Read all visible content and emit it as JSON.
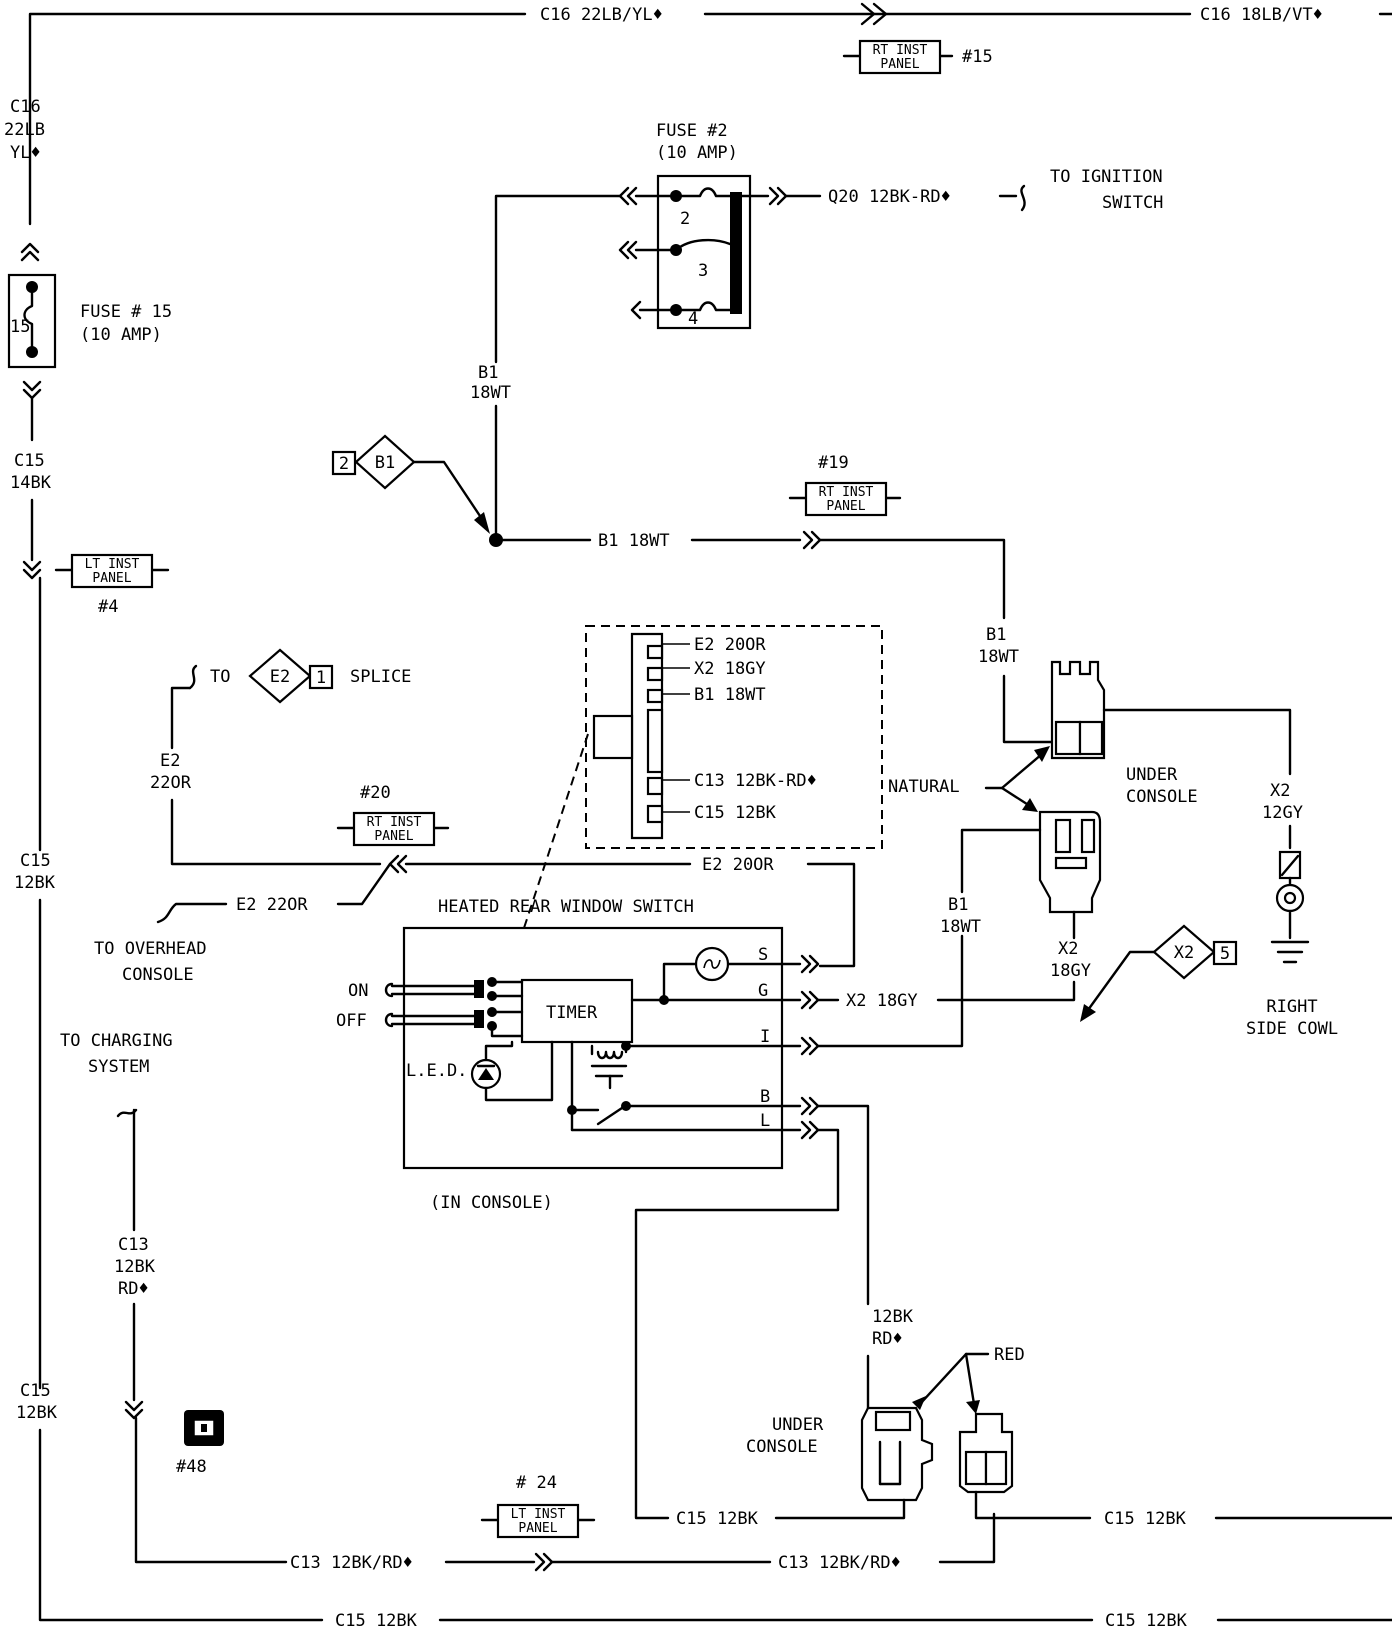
{
  "wires": {
    "top_left": "C16 22LB/YL♦",
    "top_right": "C16 18LB/VT♦",
    "c16_left": [
      "C16",
      "22LB",
      "YL♦"
    ],
    "c15_top": [
      "C15",
      "14BK"
    ],
    "c15_mid": [
      "C15",
      "12BK"
    ],
    "c15_low": [
      "C15",
      "12BK"
    ],
    "b1_vert": [
      "B1",
      "18WT"
    ],
    "b1_horiz": "B1 18WT",
    "b1_right": [
      "B1",
      "18WT"
    ],
    "q20": "Q20 12BK-RD♦",
    "e2_left": [
      "E2",
      "22OR"
    ],
    "e2_20or": "E2 20OR",
    "e2_22or": "E2 22OR",
    "x2_right": [
      "X2",
      "12GY"
    ],
    "x2_18gy_vert": [
      "X2",
      "18GY"
    ],
    "x2_18gy_horiz": "X2 18GY",
    "b1_lower": [
      "B1",
      "18WT"
    ],
    "c13_vert": [
      "C13",
      "12BK",
      "RD♦"
    ],
    "c13_bottom_left": "C13 12BK/RD♦",
    "c13_bottom_right": "C13 12BK/RD♦",
    "rd_12bk": [
      "12BK",
      "RD♦"
    ],
    "c15_bottom_mid": "C15 12BK",
    "c15_bottom_right_upper": "C15 12BK",
    "c15_bottom_left": "C15 12BK",
    "c15_bottom_right": "C15 12BK"
  },
  "fuses": {
    "fuse2_title": "FUSE #2",
    "fuse2_amp": "(10 AMP)",
    "fuse2_n2": "2",
    "fuse2_n3": "3",
    "fuse2_n4": "4",
    "fuse15_title": "FUSE # 15",
    "fuse15_amp": "(10 AMP)",
    "fuse15_n": "15"
  },
  "destinations": {
    "ignition": [
      "TO IGNITION",
      "SWITCH"
    ],
    "splice_to": "TO",
    "splice": "SPLICE",
    "overhead": [
      "TO OVERHEAD",
      "CONSOLE"
    ],
    "charging": [
      "TO CHARGING",
      "SYSTEM"
    ]
  },
  "connectors": {
    "rt_inst_panel": [
      "RT INST",
      "PANEL"
    ],
    "lt_inst_panel": [
      "LT INST",
      "PANEL"
    ],
    "n15": "#15",
    "n19": "#19",
    "n20": "#20",
    "n4": "#4",
    "n24": "# 24",
    "n48": "#48"
  },
  "diamonds": {
    "b1_tag": "B1",
    "b1_page": "2",
    "e2_tag": "E2",
    "e2_page": "1",
    "x2_tag": "X2",
    "x2_page": "5"
  },
  "pinout": [
    "E2 20OR",
    "X2  18GY",
    "B1  18WT",
    "C13  12BK-RD♦",
    "C15  12BK"
  ],
  "switch": {
    "title": "HEATED  REAR WINDOW SWITCH",
    "timer": "TIMER",
    "on": "ON",
    "off": "OFF",
    "led": "L.E.D.",
    "pin_s": "S",
    "pin_g": "G",
    "pin_i": "I",
    "pin_b": "B",
    "pin_l": "L",
    "location": "(IN CONSOLE)"
  },
  "labels": {
    "natural": "NATURAL",
    "under_console_1": [
      "UNDER",
      "CONSOLE"
    ],
    "under_console_2": [
      "UNDER",
      "CONSOLE"
    ],
    "red": "RED",
    "right_side_cowl": [
      "RIGHT",
      "SIDE COWL"
    ]
  }
}
